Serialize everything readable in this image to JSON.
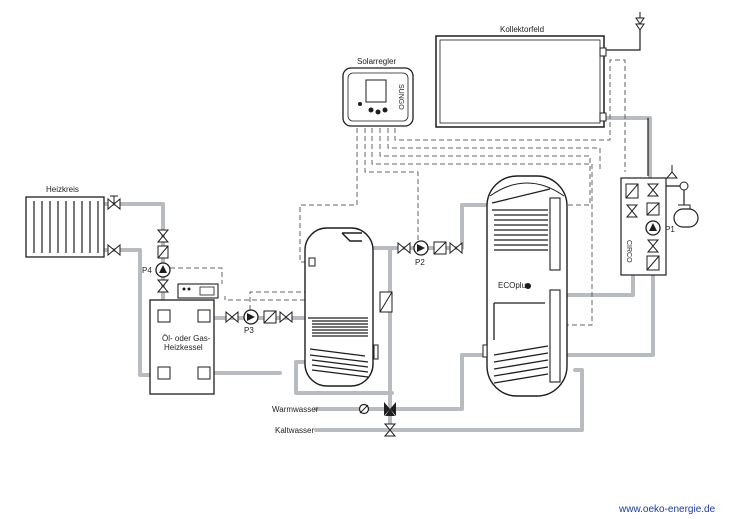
{
  "labels": {
    "kollektorfeld": "Kollektorfeld",
    "solarregler": "Solarregler",
    "solarregler_brand": "SUNGO",
    "heizkreis": "Heizkreis",
    "kessel_line1": "Öl- oder Gas-",
    "kessel_line2": "Heizkessel",
    "warmwasser": "Warmwasser",
    "kaltwasser": "Kaltwasser",
    "p1": "P1",
    "p2": "P2",
    "p3": "P3",
    "p4": "P4",
    "ecoplus": "ECOplus",
    "circo": "CIRCO",
    "website": "www.oeko-energie.de"
  },
  "colors": {
    "pipe": "#b8bcc0",
    "line": "#1e1e1e",
    "dashed": "#666666",
    "website": "#1a3aa0"
  }
}
